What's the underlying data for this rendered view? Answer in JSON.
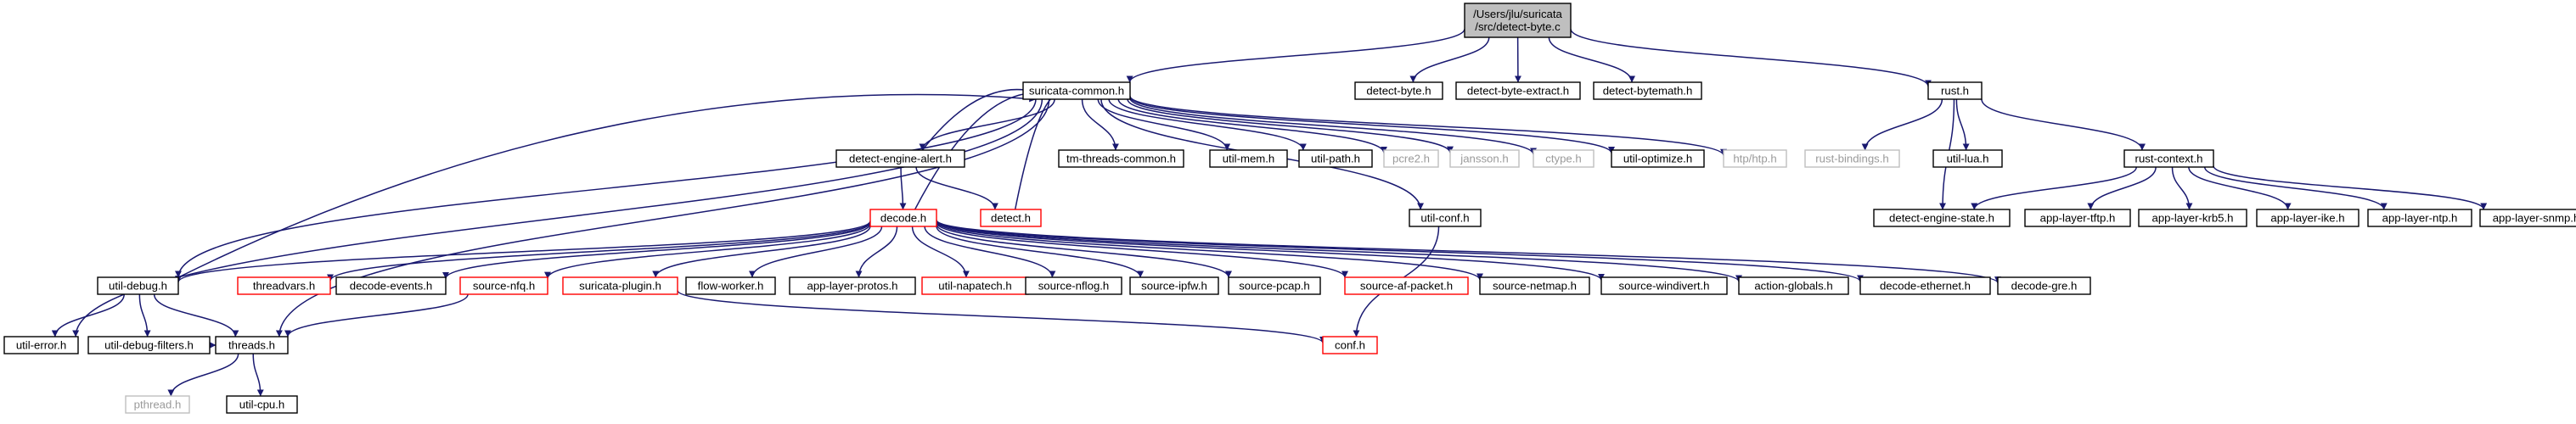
{
  "colors": {
    "edge": "#191970",
    "normal_border": "#000000",
    "normal_fill": "#ffffff",
    "incomplete_border": "#ff0000",
    "missing_border": "#bfbfbf",
    "missing_text": "#9a9a9a",
    "root_fill": "#bfbfbf",
    "text": "#000000"
  },
  "nodes": [
    {
      "id": "detect_byte_c",
      "label": "/Users/jlu/suricata\n/src/detect-byte.c",
      "kind": "root"
    },
    {
      "id": "suricata_common",
      "label": "suricata-common.h",
      "kind": "normal"
    },
    {
      "id": "detect_byte_h",
      "label": "detect-byte.h",
      "kind": "normal"
    },
    {
      "id": "detect_byte_extract",
      "label": "detect-byte-extract.h",
      "kind": "normal"
    },
    {
      "id": "detect_bytemath",
      "label": "detect-bytemath.h",
      "kind": "normal"
    },
    {
      "id": "rust_h",
      "label": "rust.h",
      "kind": "normal"
    },
    {
      "id": "detect_engine_alert",
      "label": "detect-engine-alert.h",
      "kind": "normal"
    },
    {
      "id": "tm_threads_common",
      "label": "tm-threads-common.h",
      "kind": "normal"
    },
    {
      "id": "util_mem",
      "label": "util-mem.h",
      "kind": "normal"
    },
    {
      "id": "util_path",
      "label": "util-path.h",
      "kind": "normal"
    },
    {
      "id": "pcre2",
      "label": "pcre2.h",
      "kind": "missing"
    },
    {
      "id": "jansson",
      "label": "jansson.h",
      "kind": "missing"
    },
    {
      "id": "ctype",
      "label": "ctype.h",
      "kind": "missing"
    },
    {
      "id": "util_optimize",
      "label": "util-optimize.h",
      "kind": "normal"
    },
    {
      "id": "htp",
      "label": "htp/htp.h",
      "kind": "missing"
    },
    {
      "id": "rust_bindings",
      "label": "rust-bindings.h",
      "kind": "missing"
    },
    {
      "id": "util_lua",
      "label": "util-lua.h",
      "kind": "normal"
    },
    {
      "id": "rust_context",
      "label": "rust-context.h",
      "kind": "normal"
    },
    {
      "id": "decode_h",
      "label": "decode.h",
      "kind": "incomplete"
    },
    {
      "id": "detect_h",
      "label": "detect.h",
      "kind": "incomplete"
    },
    {
      "id": "util_conf",
      "label": "util-conf.h",
      "kind": "normal"
    },
    {
      "id": "detect_engine_state",
      "label": "detect-engine-state.h",
      "kind": "normal"
    },
    {
      "id": "app_layer_tftp",
      "label": "app-layer-tftp.h",
      "kind": "normal"
    },
    {
      "id": "app_layer_krb5",
      "label": "app-layer-krb5.h",
      "kind": "normal"
    },
    {
      "id": "app_layer_ike",
      "label": "app-layer-ike.h",
      "kind": "normal"
    },
    {
      "id": "app_layer_ntp",
      "label": "app-layer-ntp.h",
      "kind": "normal"
    },
    {
      "id": "app_layer_snmp",
      "label": "app-layer-snmp.h",
      "kind": "normal"
    },
    {
      "id": "util_debug",
      "label": "util-debug.h",
      "kind": "normal"
    },
    {
      "id": "threadvars",
      "label": "threadvars.h",
      "kind": "incomplete"
    },
    {
      "id": "decode_events",
      "label": "decode-events.h",
      "kind": "normal"
    },
    {
      "id": "source_nfq",
      "label": "source-nfq.h",
      "kind": "incomplete"
    },
    {
      "id": "suricata_plugin",
      "label": "suricata-plugin.h",
      "kind": "incomplete"
    },
    {
      "id": "flow_worker",
      "label": "flow-worker.h",
      "kind": "normal"
    },
    {
      "id": "app_layer_protos",
      "label": "app-layer-protos.h",
      "kind": "normal"
    },
    {
      "id": "util_napatech",
      "label": "util-napatech.h",
      "kind": "incomplete"
    },
    {
      "id": "source_nflog",
      "label": "source-nflog.h",
      "kind": "normal"
    },
    {
      "id": "source_ipfw",
      "label": "source-ipfw.h",
      "kind": "normal"
    },
    {
      "id": "source_pcap",
      "label": "source-pcap.h",
      "kind": "normal"
    },
    {
      "id": "source_af_packet",
      "label": "source-af-packet.h",
      "kind": "incomplete"
    },
    {
      "id": "source_netmap",
      "label": "source-netmap.h",
      "kind": "normal"
    },
    {
      "id": "source_windivert",
      "label": "source-windivert.h",
      "kind": "normal"
    },
    {
      "id": "action_globals",
      "label": "action-globals.h",
      "kind": "normal"
    },
    {
      "id": "decode_ethernet",
      "label": "decode-ethernet.h",
      "kind": "normal"
    },
    {
      "id": "decode_gre",
      "label": "decode-gre.h",
      "kind": "normal"
    },
    {
      "id": "util_error",
      "label": "util-error.h",
      "kind": "normal"
    },
    {
      "id": "util_debug_filters",
      "label": "util-debug-filters.h",
      "kind": "normal"
    },
    {
      "id": "threads_h",
      "label": "threads.h",
      "kind": "normal"
    },
    {
      "id": "conf_h",
      "label": "conf.h",
      "kind": "incomplete"
    },
    {
      "id": "pthread",
      "label": "pthread.h",
      "kind": "missing"
    },
    {
      "id": "util_cpu",
      "label": "util-cpu.h",
      "kind": "normal"
    }
  ],
  "edges": [
    [
      "detect_byte_c",
      "suricata_common"
    ],
    [
      "detect_byte_c",
      "detect_byte_h"
    ],
    [
      "detect_byte_c",
      "detect_byte_extract"
    ],
    [
      "detect_byte_c",
      "detect_bytemath"
    ],
    [
      "detect_byte_c",
      "rust_h"
    ],
    [
      "suricata_common",
      "detect_engine_alert"
    ],
    [
      "suricata_common",
      "tm_threads_common"
    ],
    [
      "suricata_common",
      "util_mem"
    ],
    [
      "suricata_common",
      "util_path"
    ],
    [
      "suricata_common",
      "pcre2"
    ],
    [
      "suricata_common",
      "jansson"
    ],
    [
      "suricata_common",
      "ctype"
    ],
    [
      "suricata_common",
      "util_optimize"
    ],
    [
      "suricata_common",
      "htp"
    ],
    [
      "suricata_common",
      "util_conf"
    ],
    [
      "suricata_common",
      "util_debug"
    ],
    [
      "suricata_common",
      "util_error"
    ],
    [
      "suricata_common",
      "threads_h"
    ],
    [
      "detect_engine_alert",
      "suricata_common"
    ],
    [
      "detect_engine_alert",
      "decode_h"
    ],
    [
      "detect_engine_alert",
      "detect_h"
    ],
    [
      "decode_h",
      "suricata_common"
    ],
    [
      "detect_h",
      "suricata_common"
    ],
    [
      "util_debug",
      "suricata_common"
    ],
    [
      "util_conf",
      "conf_h"
    ],
    [
      "rust_h",
      "rust_bindings"
    ],
    [
      "rust_h",
      "util_lua"
    ],
    [
      "rust_h",
      "rust_context"
    ],
    [
      "rust_h",
      "detect_engine_state"
    ],
    [
      "rust_context",
      "detect_engine_state"
    ],
    [
      "rust_context",
      "app_layer_tftp"
    ],
    [
      "rust_context",
      "app_layer_krb5"
    ],
    [
      "rust_context",
      "app_layer_ike"
    ],
    [
      "rust_context",
      "app_layer_ntp"
    ],
    [
      "rust_context",
      "app_layer_snmp"
    ],
    [
      "decode_h",
      "util_debug"
    ],
    [
      "decode_h",
      "threadvars"
    ],
    [
      "decode_h",
      "decode_events"
    ],
    [
      "decode_h",
      "source_nfq"
    ],
    [
      "decode_h",
      "suricata_plugin"
    ],
    [
      "decode_h",
      "flow_worker"
    ],
    [
      "decode_h",
      "app_layer_protos"
    ],
    [
      "decode_h",
      "util_napatech"
    ],
    [
      "decode_h",
      "source_nflog"
    ],
    [
      "decode_h",
      "source_ipfw"
    ],
    [
      "decode_h",
      "source_pcap"
    ],
    [
      "decode_h",
      "source_af_packet"
    ],
    [
      "decode_h",
      "source_netmap"
    ],
    [
      "decode_h",
      "source_windivert"
    ],
    [
      "decode_h",
      "action_globals"
    ],
    [
      "decode_h",
      "decode_ethernet"
    ],
    [
      "decode_h",
      "decode_gre"
    ],
    [
      "util_debug",
      "util_error"
    ],
    [
      "util_debug",
      "util_debug_filters"
    ],
    [
      "util_debug",
      "threads_h"
    ],
    [
      "util_debug_filters",
      "threads_h"
    ],
    [
      "source_nfq",
      "threads_h"
    ],
    [
      "suricata_plugin",
      "conf_h"
    ],
    [
      "threads_h",
      "pthread"
    ],
    [
      "threads_h",
      "util_cpu"
    ]
  ]
}
